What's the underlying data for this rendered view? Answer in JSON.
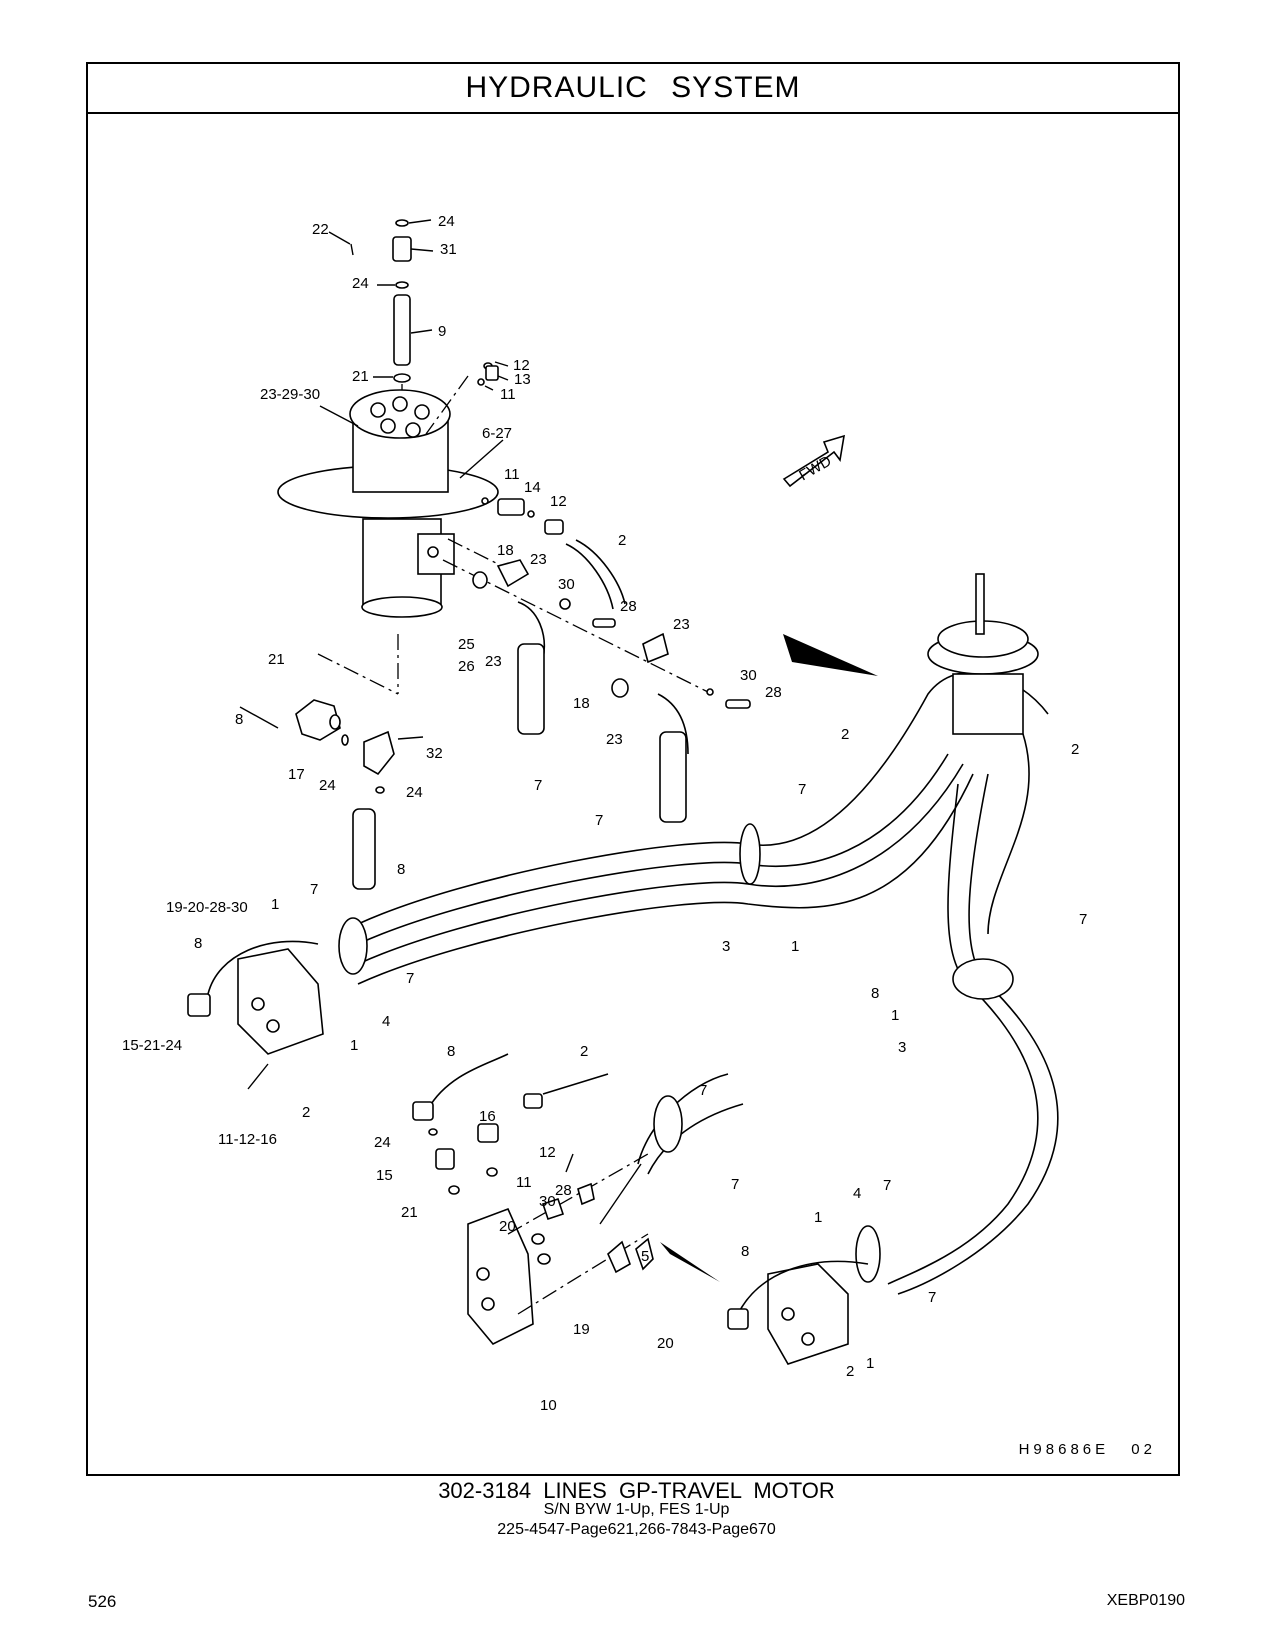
{
  "header": {
    "title": "HYDRAULIC SYSTEM"
  },
  "drawing": {
    "code": "H98686E 02"
  },
  "footer": {
    "caption": "302-3184 LINES GP-TRAVEL MOTOR",
    "serial": "S/N BYW 1-Up, FES 1-Up",
    "references": "225-4547-Page621,266-7843-Page670",
    "page_number": "526",
    "doc_id": "XEBP0190"
  },
  "direction_arrow": "FWD",
  "callouts": [
    "24",
    "22",
    "31",
    "24",
    "9",
    "21",
    "12",
    "13",
    "11",
    "23-29-30",
    "6-27",
    "11",
    "14",
    "12",
    "2",
    "18",
    "23",
    "30",
    "28",
    "23",
    "21",
    "25",
    "26",
    "23",
    "18",
    "30",
    "28",
    "23",
    "8",
    "32",
    "17",
    "24",
    "24",
    "7",
    "7",
    "8",
    "2",
    "2",
    "7",
    "3",
    "1",
    "7",
    "8",
    "1",
    "3",
    "19-20-28-30",
    "1",
    "7",
    "8",
    "7",
    "4",
    "1",
    "15-21-24",
    "2",
    "11-12-16",
    "8",
    "2",
    "16",
    "24",
    "12",
    "15",
    "11",
    "21",
    "28",
    "30",
    "20",
    "7",
    "7",
    "5",
    "19",
    "20",
    "10",
    "4",
    "7",
    "1",
    "8",
    "7",
    "2",
    "1"
  ]
}
